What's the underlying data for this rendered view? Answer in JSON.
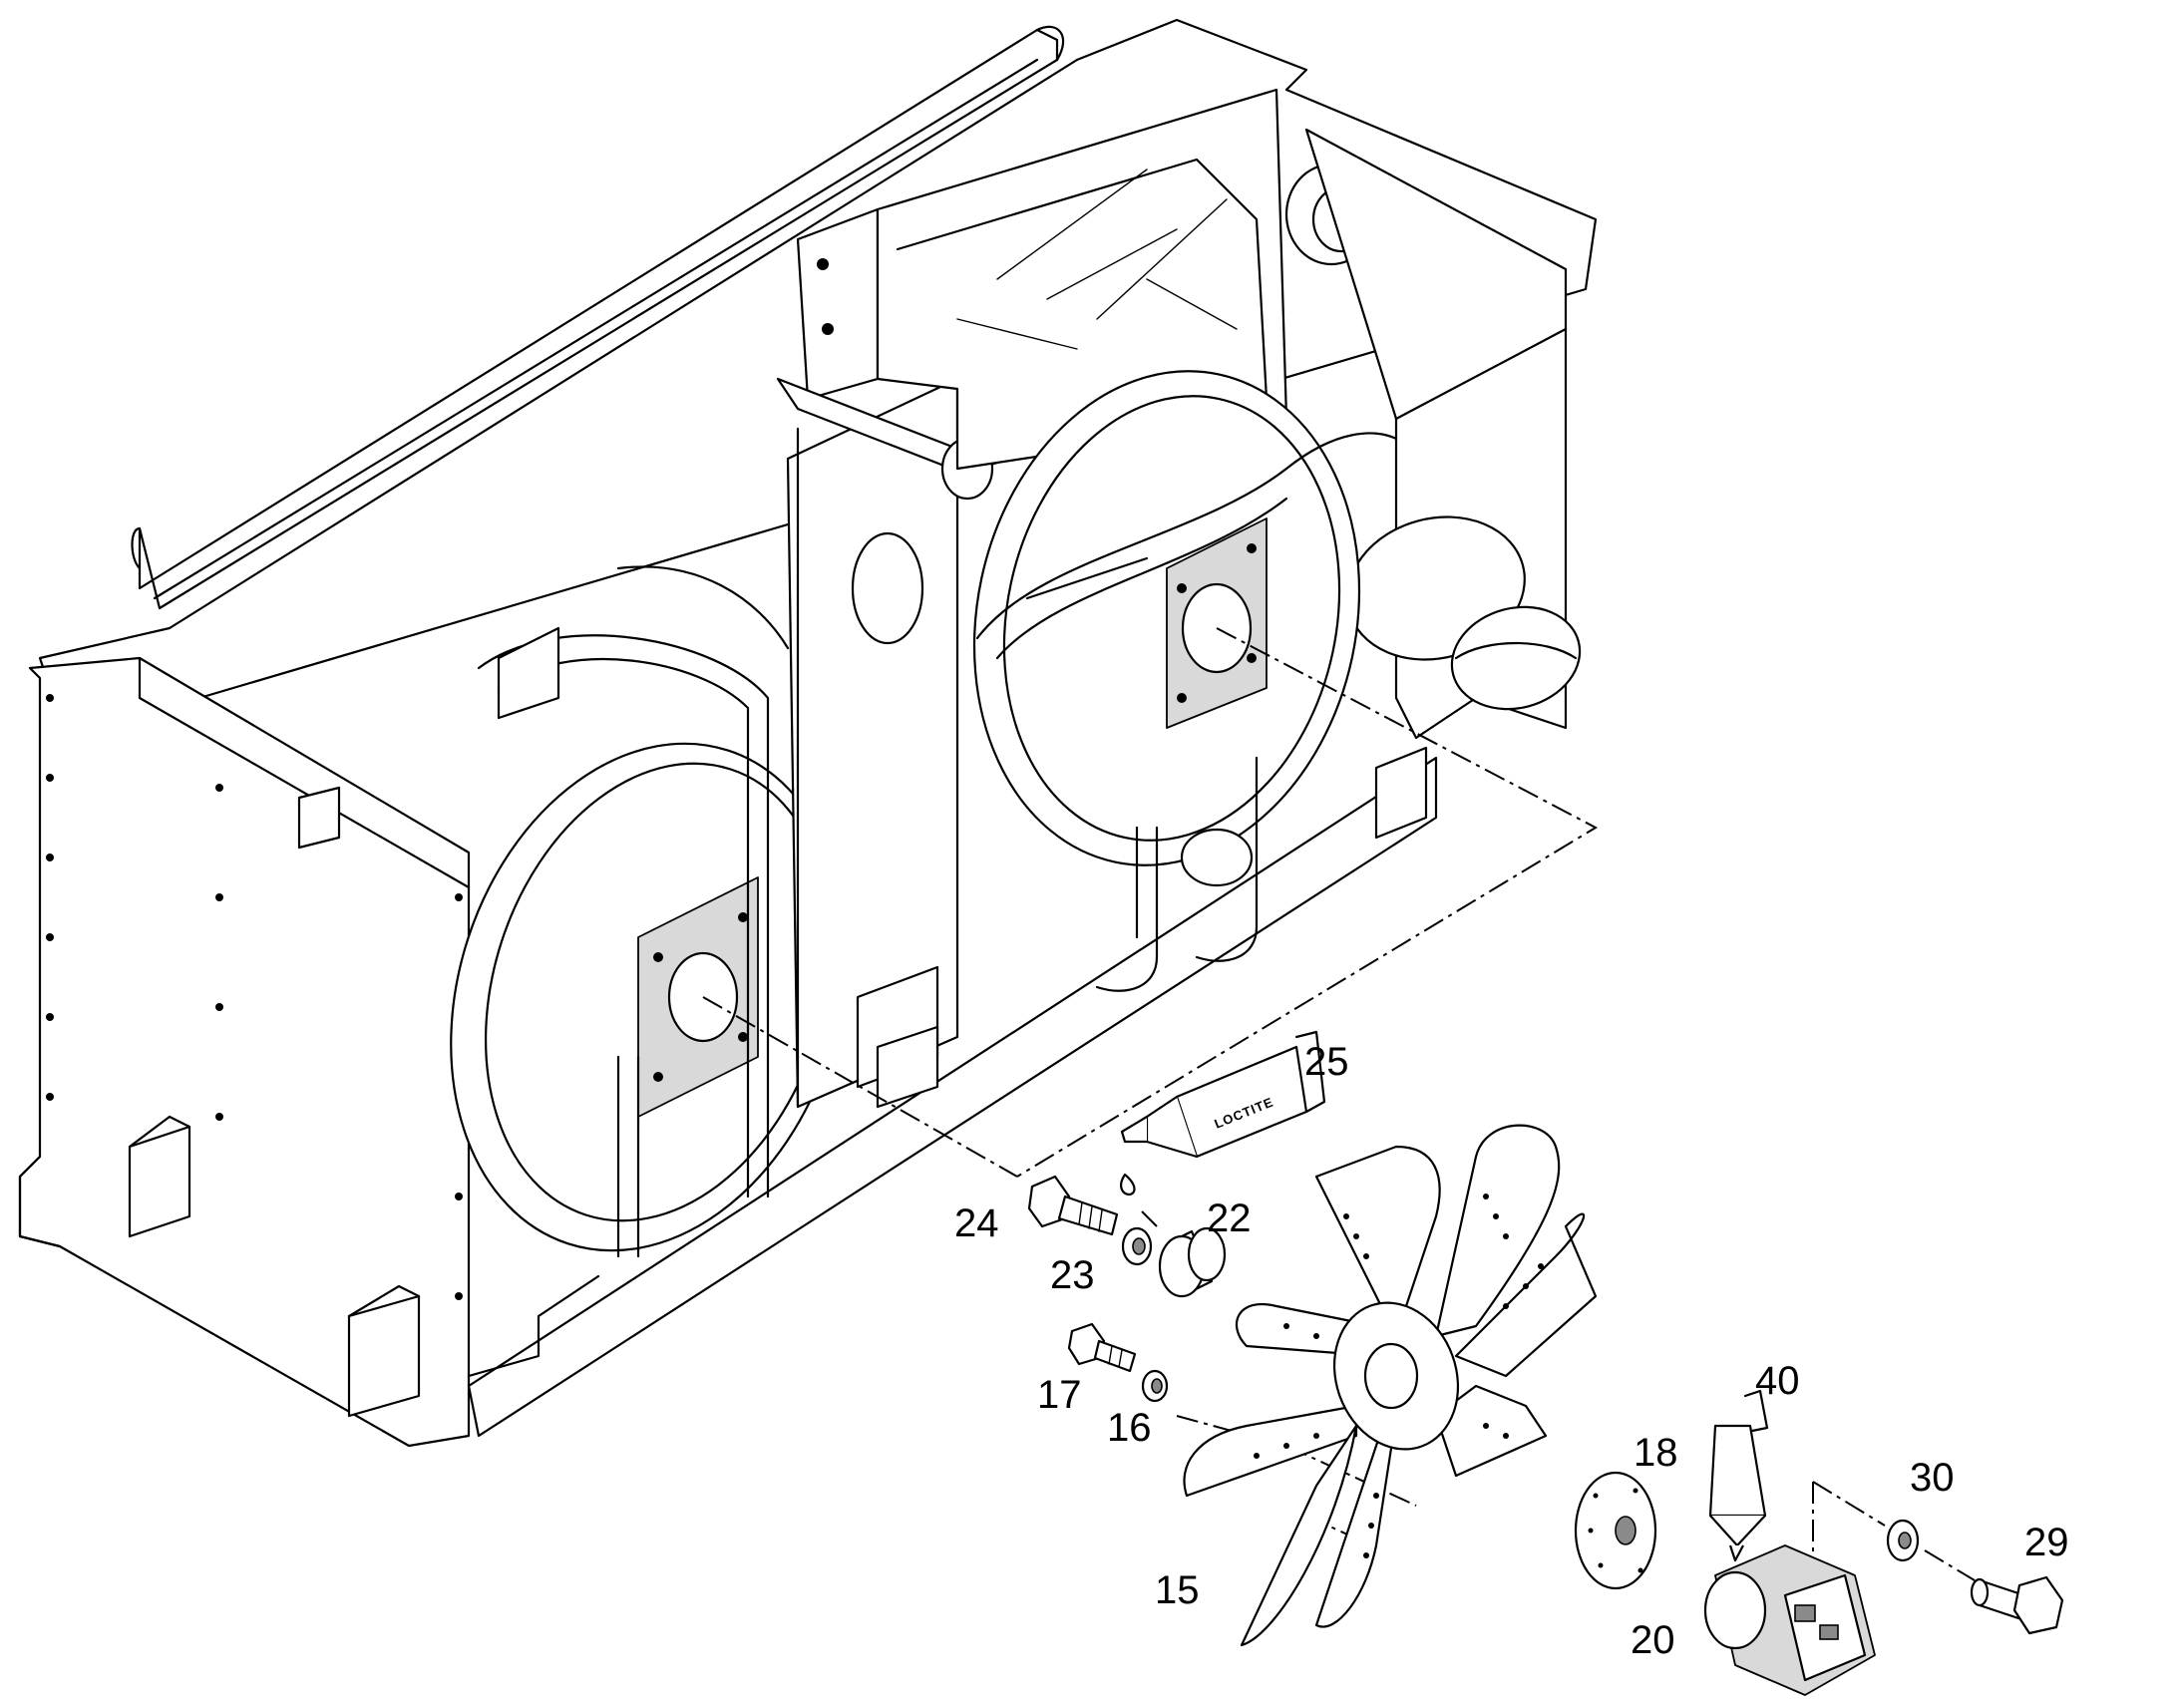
{
  "callouts": [
    {
      "id": "25",
      "label": "25"
    },
    {
      "id": "24",
      "label": "24"
    },
    {
      "id": "22",
      "label": "22"
    },
    {
      "id": "23",
      "label": "23"
    },
    {
      "id": "17",
      "label": "17"
    },
    {
      "id": "16",
      "label": "16"
    },
    {
      "id": "40",
      "label": "40"
    },
    {
      "id": "18",
      "label": "18"
    },
    {
      "id": "30",
      "label": "30"
    },
    {
      "id": "29",
      "label": "29"
    },
    {
      "id": "15",
      "label": "15"
    },
    {
      "id": "20",
      "label": "20"
    }
  ],
  "tube_label": "LOCTITE"
}
